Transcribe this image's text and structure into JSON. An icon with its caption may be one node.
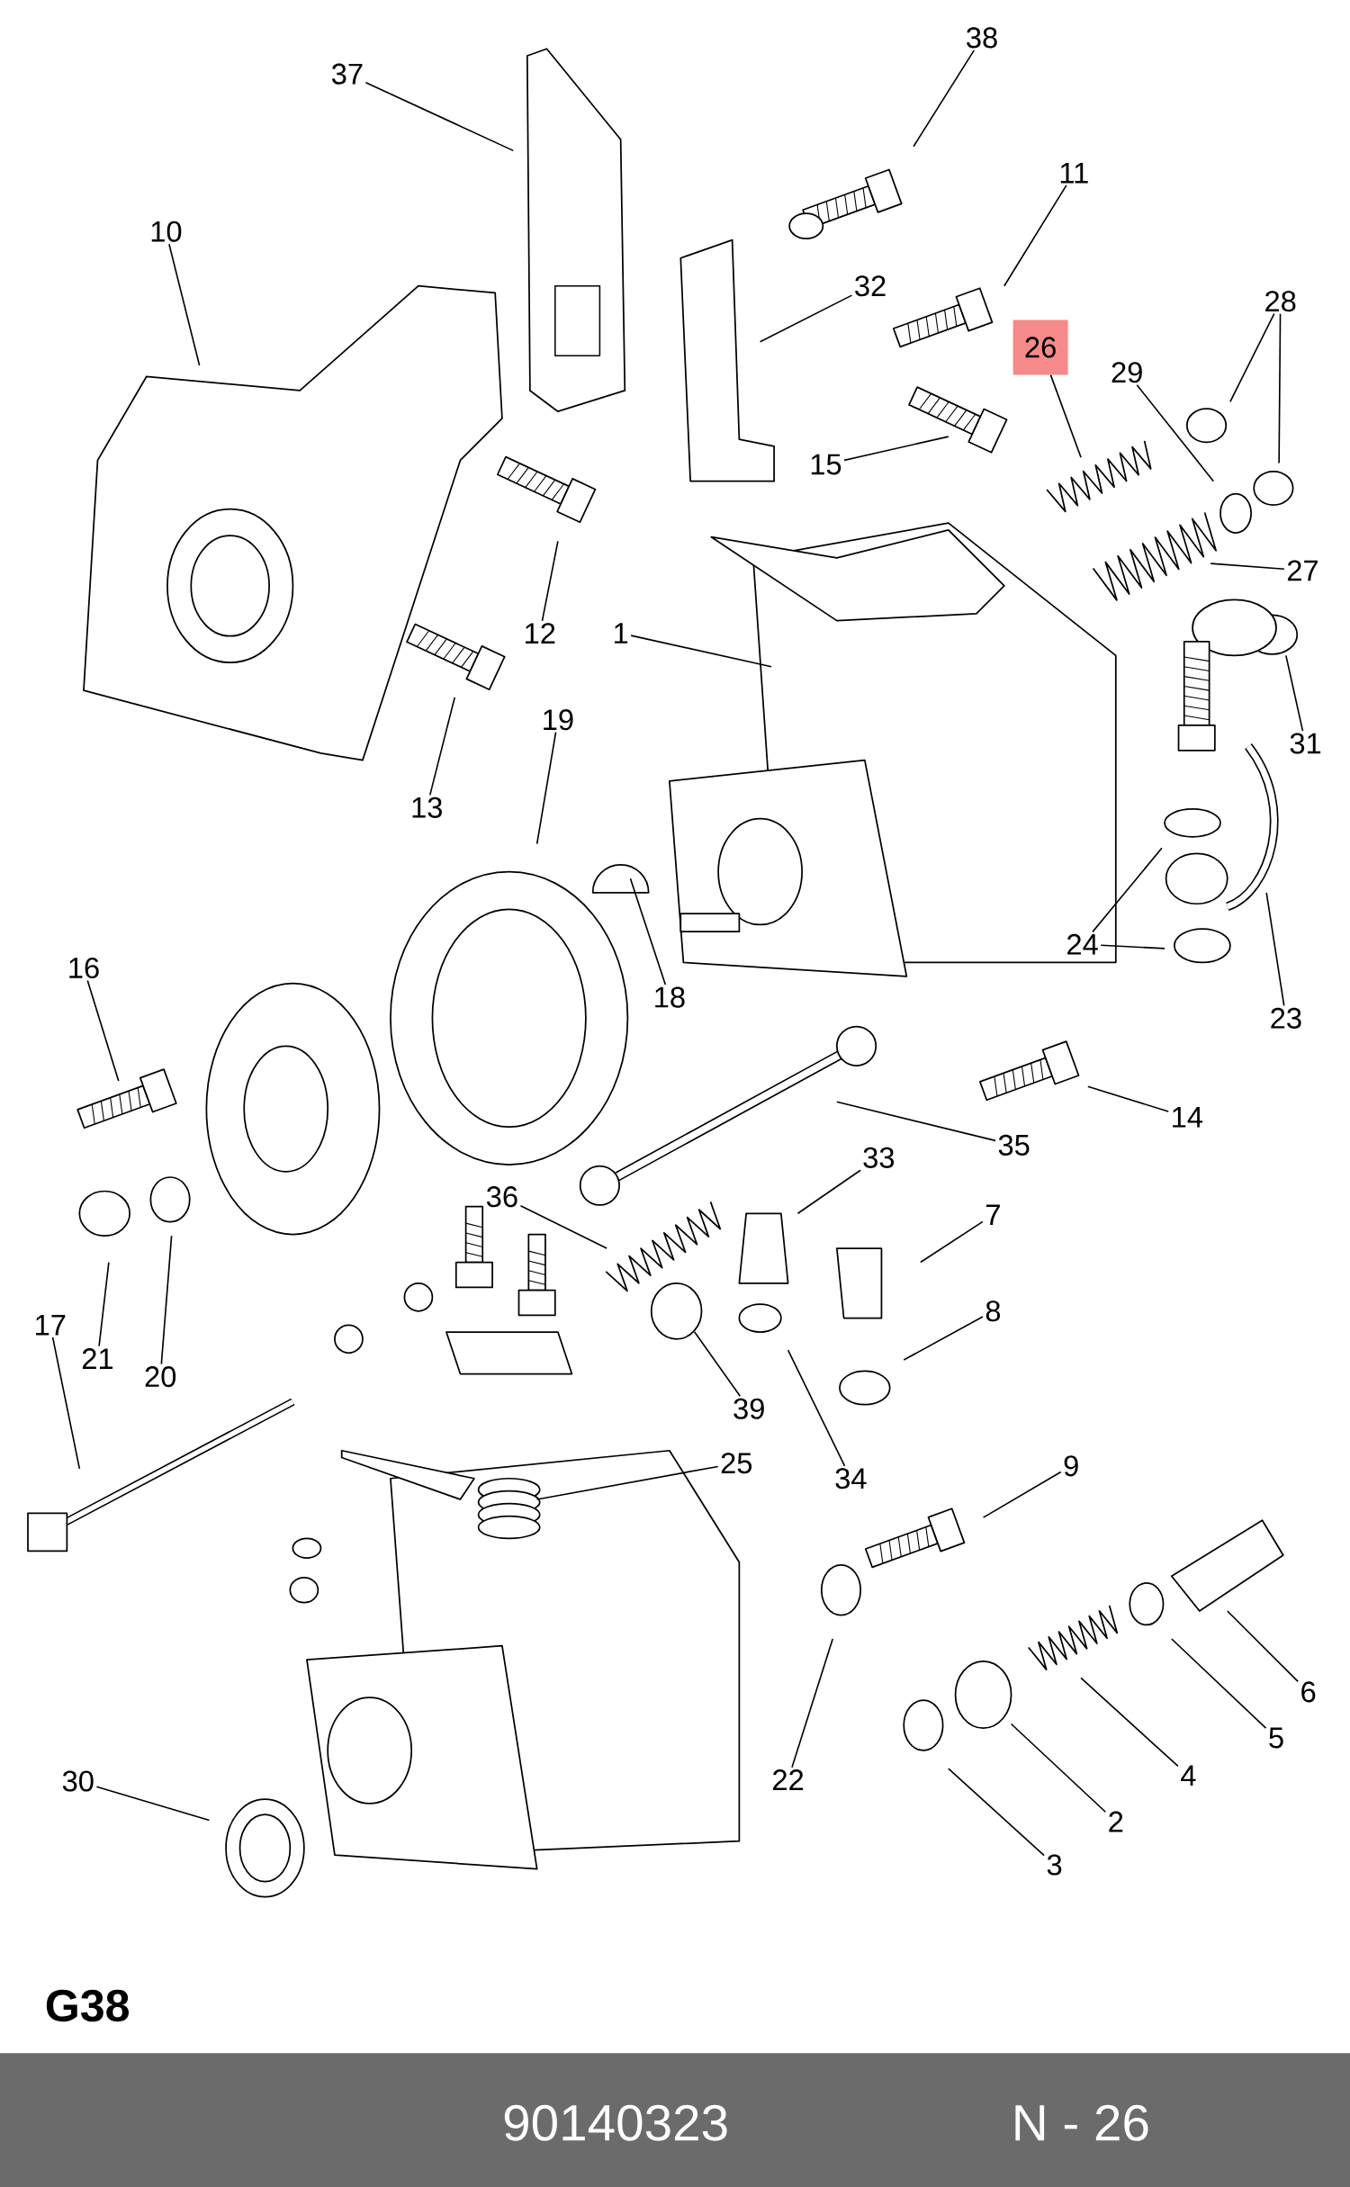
{
  "diagram": {
    "nodes": [
      {
        "text": [
          "38"
        ]
      },
      {
        "text": [
          "37"
        ]
      },
      {
        "text": [
          "10"
        ]
      },
      {
        "text": [
          "11"
        ]
      },
      {
        "text": [
          "32"
        ]
      },
      {
        "text": [
          "26"
        ]
      },
      {
        "text": [
          "28"
        ]
      },
      {
        "text": [
          "29"
        ]
      },
      {
        "text": [
          "15"
        ]
      },
      {
        "text": [
          "12"
        ]
      },
      {
        "text": [
          "1"
        ]
      },
      {
        "text": [
          "27"
        ]
      },
      {
        "text": [
          "31"
        ]
      },
      {
        "text": [
          "19"
        ]
      },
      {
        "text": [
          "13"
        ]
      },
      {
        "text": [
          "18"
        ]
      },
      {
        "text": [
          "24"
        ]
      },
      {
        "text": [
          "23"
        ]
      },
      {
        "text": [
          "16"
        ]
      },
      {
        "text": [
          "14"
        ]
      },
      {
        "text": [
          "35"
        ]
      },
      {
        "text": [
          "33"
        ]
      },
      {
        "text": [
          "36"
        ]
      },
      {
        "text": [
          "7"
        ]
      },
      {
        "text": [
          "8"
        ]
      },
      {
        "text": [
          "21"
        ]
      },
      {
        "text": [
          "20"
        ]
      },
      {
        "text": [
          "17"
        ]
      },
      {
        "text": [
          "39"
        ]
      },
      {
        "text": [
          "34"
        ]
      },
      {
        "text": [
          "25"
        ]
      },
      {
        "text": [
          "9"
        ]
      },
      {
        "text": [
          "22"
        ]
      },
      {
        "text": [
          "6"
        ]
      },
      {
        "text": [
          "5"
        ]
      },
      {
        "text": [
          "4"
        ]
      },
      {
        "text": [
          "2"
        ]
      },
      {
        "text": [
          "3"
        ]
      },
      {
        "text": [
          "30"
        ]
      }
    ],
    "edges": [
      {
        "from": 0,
        "to": null,
        "arrow": "none"
      },
      {
        "from": 1,
        "to": null,
        "arrow": "none"
      },
      {
        "from": 2,
        "to": null,
        "arrow": "none"
      },
      {
        "from": 3,
        "to": null,
        "arrow": "none"
      },
      {
        "from": 4,
        "to": null,
        "arrow": "none"
      },
      {
        "from": 5,
        "to": null,
        "arrow": "none"
      },
      {
        "from": 6,
        "to": null,
        "arrow": "none"
      },
      {
        "from": 6,
        "to": null,
        "arrow": "none"
      },
      {
        "from": 7,
        "to": null,
        "arrow": "none"
      },
      {
        "from": 8,
        "to": null,
        "arrow": "none"
      },
      {
        "from": 9,
        "to": null,
        "arrow": "none"
      },
      {
        "from": 10,
        "to": null,
        "arrow": "none"
      },
      {
        "from": 11,
        "to": null,
        "arrow": "none"
      },
      {
        "from": 12,
        "to": null,
        "arrow": "none"
      },
      {
        "from": 13,
        "to": null,
        "arrow": "none"
      },
      {
        "from": 14,
        "to": null,
        "arrow": "none"
      },
      {
        "from": 15,
        "to": null,
        "arrow": "none"
      },
      {
        "from": 16,
        "to": null,
        "arrow": "none"
      },
      {
        "from": 16,
        "to": null,
        "arrow": "none"
      },
      {
        "from": 17,
        "to": null,
        "arrow": "none"
      },
      {
        "from": 18,
        "to": null,
        "arrow": "none"
      },
      {
        "from": 19,
        "to": null,
        "arrow": "none"
      },
      {
        "from": 20,
        "to": null,
        "arrow": "none"
      },
      {
        "from": 21,
        "to": null,
        "arrow": "none"
      },
      {
        "from": 22,
        "to": null,
        "arrow": "none"
      },
      {
        "from": 23,
        "to": null,
        "arrow": "none"
      },
      {
        "from": 24,
        "to": null,
        "arrow": "none"
      },
      {
        "from": 25,
        "to": null,
        "arrow": "none"
      },
      {
        "from": 26,
        "to": null,
        "arrow": "none"
      },
      {
        "from": 27,
        "to": null,
        "arrow": "none"
      },
      {
        "from": 28,
        "to": null,
        "arrow": "none"
      },
      {
        "from": 29,
        "to": null,
        "arrow": "none"
      },
      {
        "from": 30,
        "to": null,
        "arrow": "none"
      },
      {
        "from": 31,
        "to": null,
        "arrow": "none"
      },
      {
        "from": 32,
        "to": null,
        "arrow": "none"
      },
      {
        "from": 33,
        "to": null,
        "arrow": "none"
      },
      {
        "from": 34,
        "to": null,
        "arrow": "none"
      },
      {
        "from": 35,
        "to": null,
        "arrow": "none"
      },
      {
        "from": 36,
        "to": null,
        "arrow": "none"
      },
      {
        "from": 37,
        "to": null,
        "arrow": "none"
      },
      {
        "from": 38,
        "to": null,
        "arrow": "none"
      }
    ],
    "labels": [
      "G38",
      "90140323",
      "N - 26"
    ]
  }
}
